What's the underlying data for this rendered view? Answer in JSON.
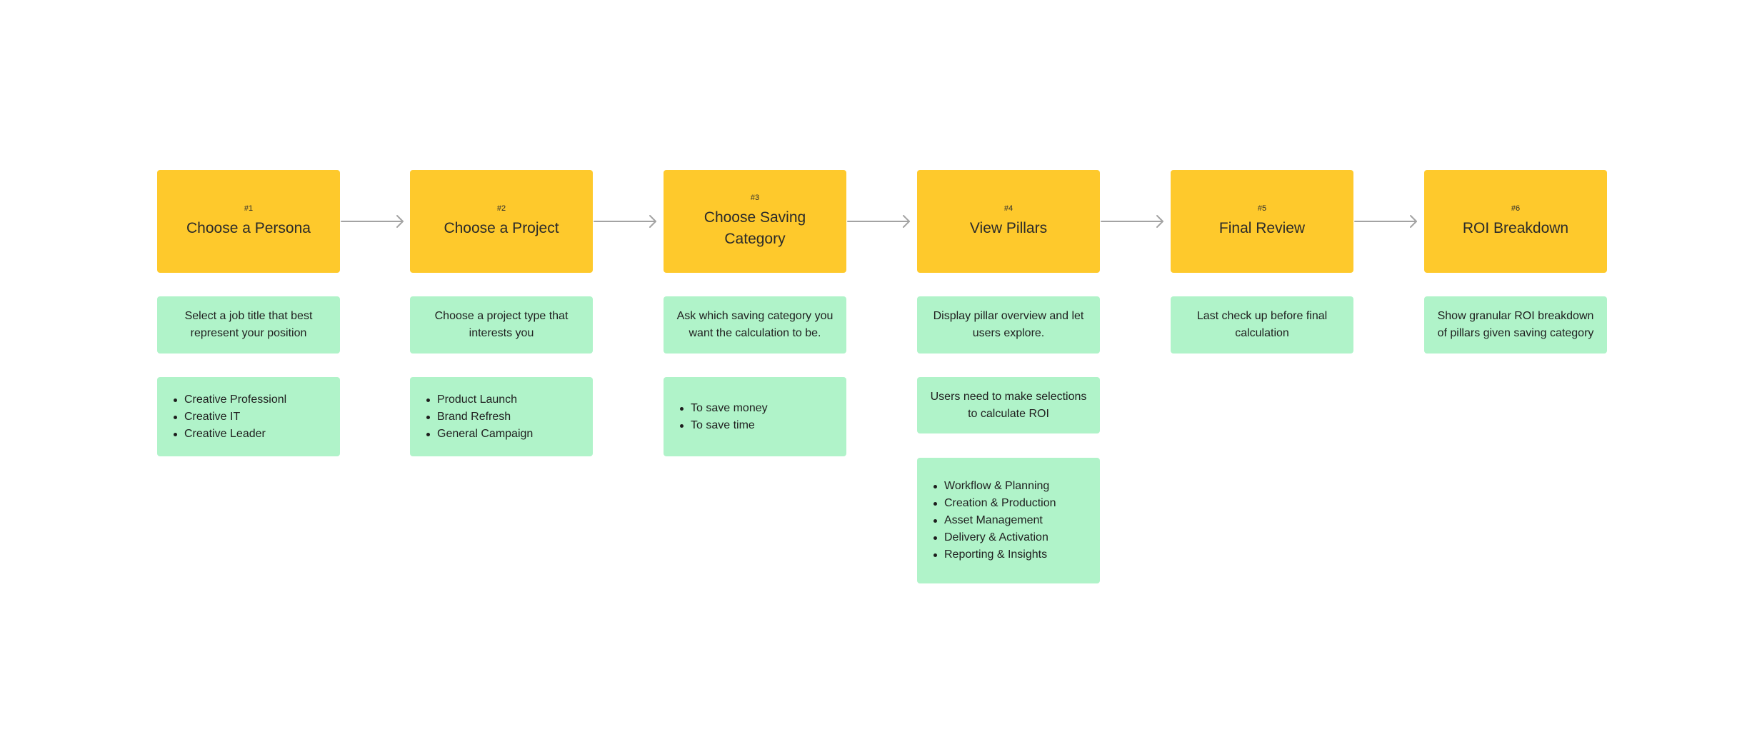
{
  "diagram": {
    "steps": [
      {
        "number": "#1",
        "title": "Choose a Persona",
        "description": "Select a job title that best represent your position",
        "bullets": [
          "Creative Professionl",
          "Creative IT",
          "Creative Leader"
        ]
      },
      {
        "number": "#2",
        "title": "Choose a Project",
        "description": "Choose a project type that interests you",
        "bullets": [
          "Product Launch",
          "Brand Refresh",
          "General Campaign"
        ]
      },
      {
        "number": "#3",
        "title": "Choose Saving Category",
        "description": "Ask which saving category you want the calculation to be.",
        "bullets": [
          "To save money",
          "To save time"
        ]
      },
      {
        "number": "#4",
        "title": "View Pillars",
        "description": "Display pillar overview and let users explore.",
        "extra_note": "Users need to make selections to calculate ROI",
        "bullets": [
          "Workflow & Planning",
          "Creation & Production",
          "Asset Management",
          "Delivery & Activation",
          "Reporting & Insights"
        ]
      },
      {
        "number": "#5",
        "title": "Final Review",
        "description": "Last check up before final calculation"
      },
      {
        "number": "#6",
        "title": "ROI Breakdown",
        "description": "Show granular ROI breakdown of pillars given saving category"
      }
    ],
    "colors": {
      "step_card": "#fec92c",
      "note_card": "#b0f3c9",
      "arrow": "#a3a3a3",
      "text": "#202020"
    },
    "icons": {
      "connector": "right-arrow-icon",
      "bullet": "bullet-dot-icon"
    }
  }
}
